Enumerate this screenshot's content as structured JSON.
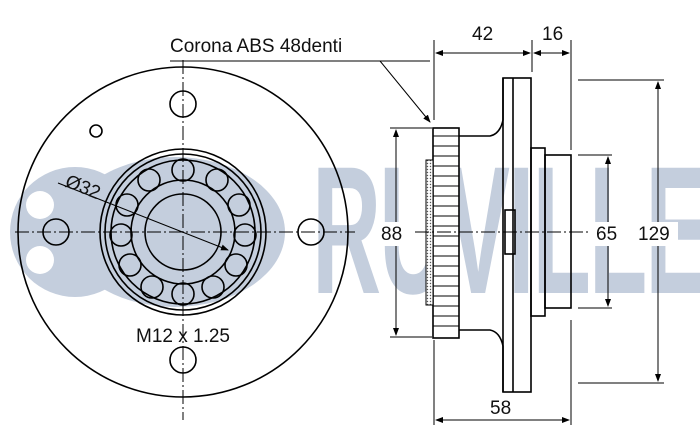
{
  "watermark": {
    "brand": "RUVILLE",
    "color": "#c4cedd"
  },
  "annotations": {
    "abs_ring": "Corona ABS 48denti",
    "bore_diameter": "Ø32",
    "thread": "M12 x 1.25"
  },
  "dimensions": {
    "width_top_left": "42",
    "width_top_right": "16",
    "width_bottom": "58",
    "height_abs": "88",
    "height_spigot": "65",
    "height_flange": "129"
  },
  "colors": {
    "line": "#000000",
    "background": "#ffffff"
  }
}
